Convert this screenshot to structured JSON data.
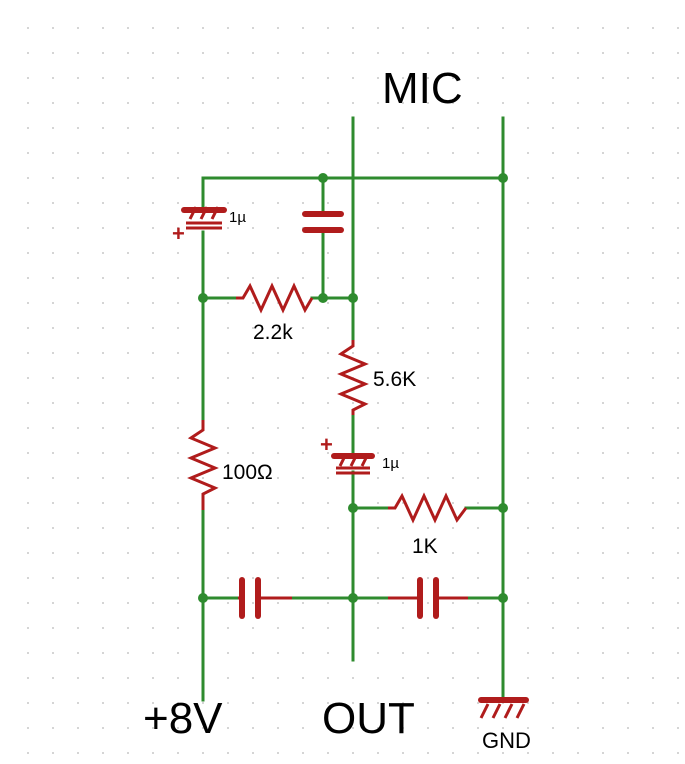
{
  "labels": {
    "mic": "MIC",
    "v8": "+8V",
    "out": "OUT",
    "gnd": "GND"
  },
  "components": {
    "c_top_left": "1µ",
    "r_2_2k": "2.2k",
    "r_5_6k": "5.6K",
    "c_mid": "1µ",
    "r_100": "100Ω",
    "r_1k": "1K"
  },
  "polarity_mark": "+",
  "colors": {
    "wire": "#2e8b2e",
    "component": "#b01c1c",
    "grid_dot": "#c8c8c8"
  }
}
